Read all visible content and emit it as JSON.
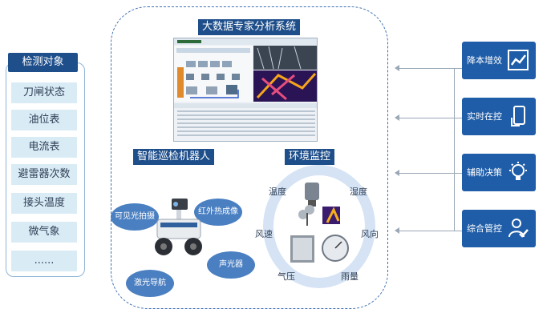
{
  "detection": {
    "title": "检测对象",
    "items": [
      "刀闸状态",
      "油位表",
      "电流表",
      "避雷器次数",
      "接头温度",
      "微气象",
      "......"
    ]
  },
  "bigdata": {
    "title": "大数据专家分析系统"
  },
  "robot": {
    "title": "智能巡检机器人",
    "bubbles": [
      "可见光拍摄",
      "红外热成像",
      "声光器",
      "激光导航"
    ]
  },
  "environment": {
    "title": "环境监控",
    "labels": [
      "温度",
      "湿度",
      "风速",
      "风向",
      "气压",
      "雨量"
    ]
  },
  "functions": [
    {
      "label": "降本增效",
      "icon": "trend-chart-icon"
    },
    {
      "label": "实时在控",
      "icon": "touch-phone-icon"
    },
    {
      "label": "辅助决策",
      "icon": "lightbulb-icon"
    },
    {
      "label": "综合管控",
      "icon": "user-check-icon"
    }
  ],
  "colors": {
    "navy": "#1f4f8b",
    "accent": "#1f5da8",
    "bubble": "#4a7fc1",
    "light": "#d9ecf6"
  }
}
